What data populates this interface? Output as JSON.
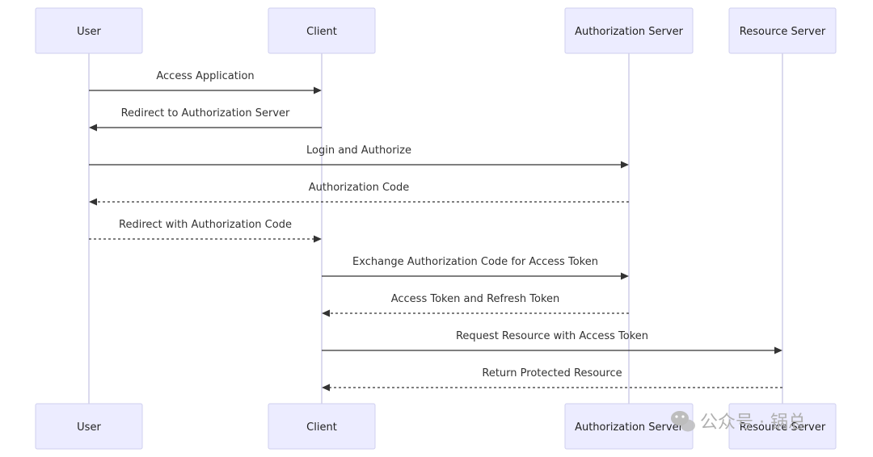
{
  "participants": [
    {
      "id": "user",
      "label": "User"
    },
    {
      "id": "client",
      "label": "Client"
    },
    {
      "id": "auth",
      "label": "Authorization Server"
    },
    {
      "id": "resource",
      "label": "Resource Server"
    }
  ],
  "messages": [
    {
      "from": "user",
      "to": "client",
      "label": "Access Application",
      "style": "solid"
    },
    {
      "from": "client",
      "to": "user",
      "label": "Redirect to Authorization Server",
      "style": "solid"
    },
    {
      "from": "user",
      "to": "auth",
      "label": "Login and Authorize",
      "style": "solid"
    },
    {
      "from": "auth",
      "to": "user",
      "label": "Authorization Code",
      "style": "dashed"
    },
    {
      "from": "user",
      "to": "client",
      "label": "Redirect with Authorization Code",
      "style": "dashed"
    },
    {
      "from": "client",
      "to": "auth",
      "label": "Exchange Authorization Code for Access Token",
      "style": "solid"
    },
    {
      "from": "auth",
      "to": "client",
      "label": "Access Token and Refresh Token",
      "style": "dashed"
    },
    {
      "from": "client",
      "to": "resource",
      "label": "Request Resource with Access Token",
      "style": "solid"
    },
    {
      "from": "resource",
      "to": "client",
      "label": "Return Protected Resource",
      "style": "dashed"
    }
  ],
  "watermark": {
    "text": "公众号 · 锅总",
    "icon": "wechat-icon"
  }
}
